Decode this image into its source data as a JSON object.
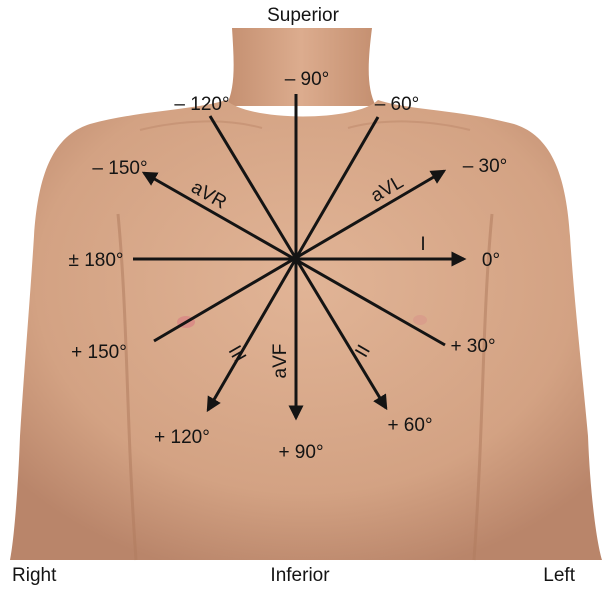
{
  "orientation": {
    "top": "Superior",
    "bottom": "Inferior",
    "left": "Right",
    "right": "Left"
  },
  "angles": {
    "a_neg90": "– 90°",
    "a_neg120": "– 120°",
    "a_neg60": "– 60°",
    "a_neg150": "– 150°",
    "a_neg30": "– 30°",
    "a_180": "± 180°",
    "a_0": "0°",
    "a_pos150": "+ 150°",
    "a_pos30": "+ 30°",
    "a_pos120": "+ 120°",
    "a_pos90": "+ 90°",
    "a_pos60": "+ 60°"
  },
  "leads": {
    "I": "I",
    "II": "II",
    "III": "III",
    "aVR": "aVR",
    "aVL": "aVL",
    "aVF": "aVF"
  },
  "colors": {
    "skin": "#d7a789",
    "skin_shadow": "#b98264",
    "lines": "#141414",
    "background": "#ffffff"
  },
  "icons": {
    "figure": "torso-illustration"
  }
}
